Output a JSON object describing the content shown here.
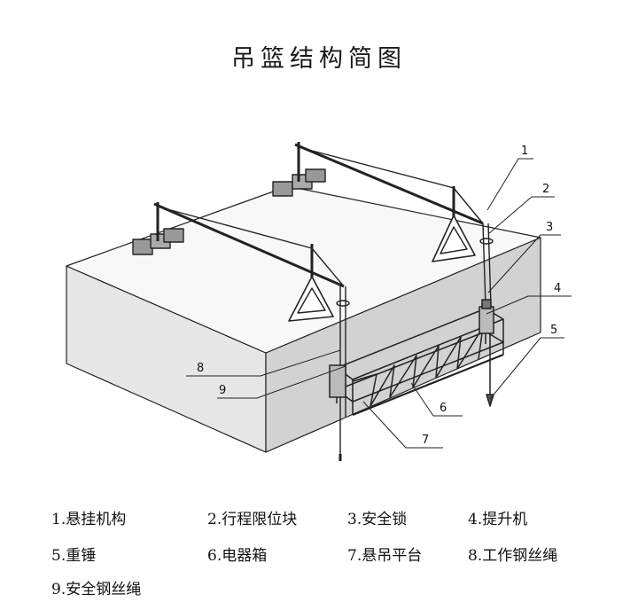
{
  "title": "吊篮结构简图",
  "callouts": [
    {
      "number": "1"
    },
    {
      "number": "2"
    },
    {
      "number": "3"
    },
    {
      "number": "4"
    },
    {
      "number": "5"
    },
    {
      "number": "6"
    },
    {
      "number": "7"
    },
    {
      "number": "8"
    },
    {
      "number": "9"
    }
  ],
  "legend": [
    {
      "text": "1.悬挂机构"
    },
    {
      "text": "2.行程限位块"
    },
    {
      "text": "3.安全锁"
    },
    {
      "text": "4.提升机"
    },
    {
      "text": "5.重锤"
    },
    {
      "text": "6.电器箱"
    },
    {
      "text": "7.悬吊平台"
    },
    {
      "text": "8.工作钢丝绳"
    },
    {
      "text": "9.安全钢丝绳"
    }
  ]
}
